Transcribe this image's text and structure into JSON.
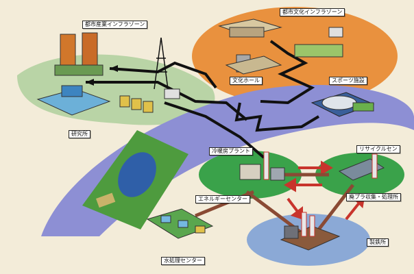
{
  "labels": {
    "urban_industry_infra": "都市産業インフラゾーン",
    "urban_culture_infra": "都市文化インフラゾーン",
    "culture_hall": "文化ホール",
    "sports_facility": "スポーツ施設",
    "research_lab": "研究所",
    "cooling_plant": "冷暖房プラント",
    "recycle_center": "リサイクルセン",
    "energy_center": "エネルギーセンター",
    "waste_collection": "廃プラ収集・処理所",
    "steel_works": "製鉄所",
    "water_treatment": "水処理センター"
  },
  "colors": {
    "background": "#f3ecd9",
    "orange_zone": "#e9913e",
    "green_zone": "#b9d4a6",
    "blue_zone": "#8d8fd4",
    "green_island": "#3aa24a",
    "network_line": "#111111",
    "exchange_arrow": "#c8342c",
    "link_line": "#8a4a34"
  }
}
